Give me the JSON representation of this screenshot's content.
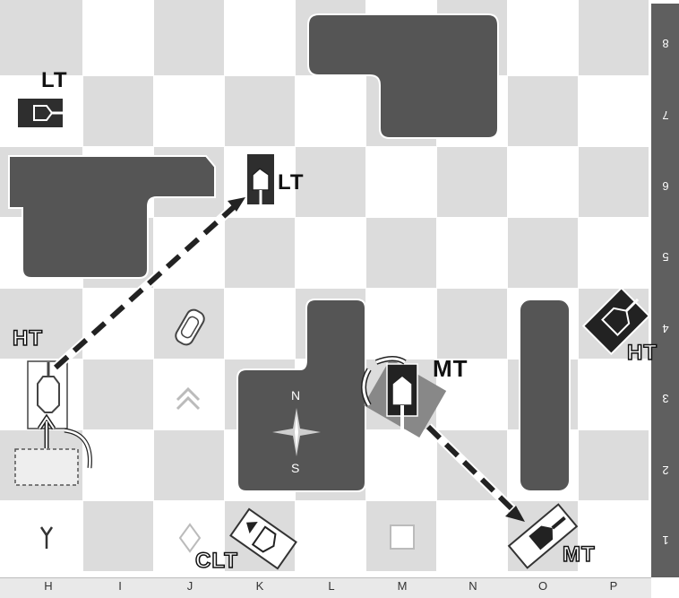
{
  "board": {
    "files": [
      "H",
      "I",
      "J",
      "K",
      "L",
      "M",
      "N",
      "O",
      "P"
    ],
    "ranks": [
      "8",
      "7",
      "6",
      "5",
      "4",
      "3",
      "2",
      "1"
    ]
  },
  "units": {
    "lt_top": "LT",
    "lt_mid": "LT",
    "ht_left": "HT",
    "ht_right": "HT",
    "mt_center": "MT",
    "mt_target": "MT",
    "clt": "CLT"
  },
  "compass": {
    "north": "N",
    "south": "S"
  },
  "colors": {
    "obstacle": "#555555",
    "light": "#ffffff",
    "dark": "#dcdcdc"
  }
}
